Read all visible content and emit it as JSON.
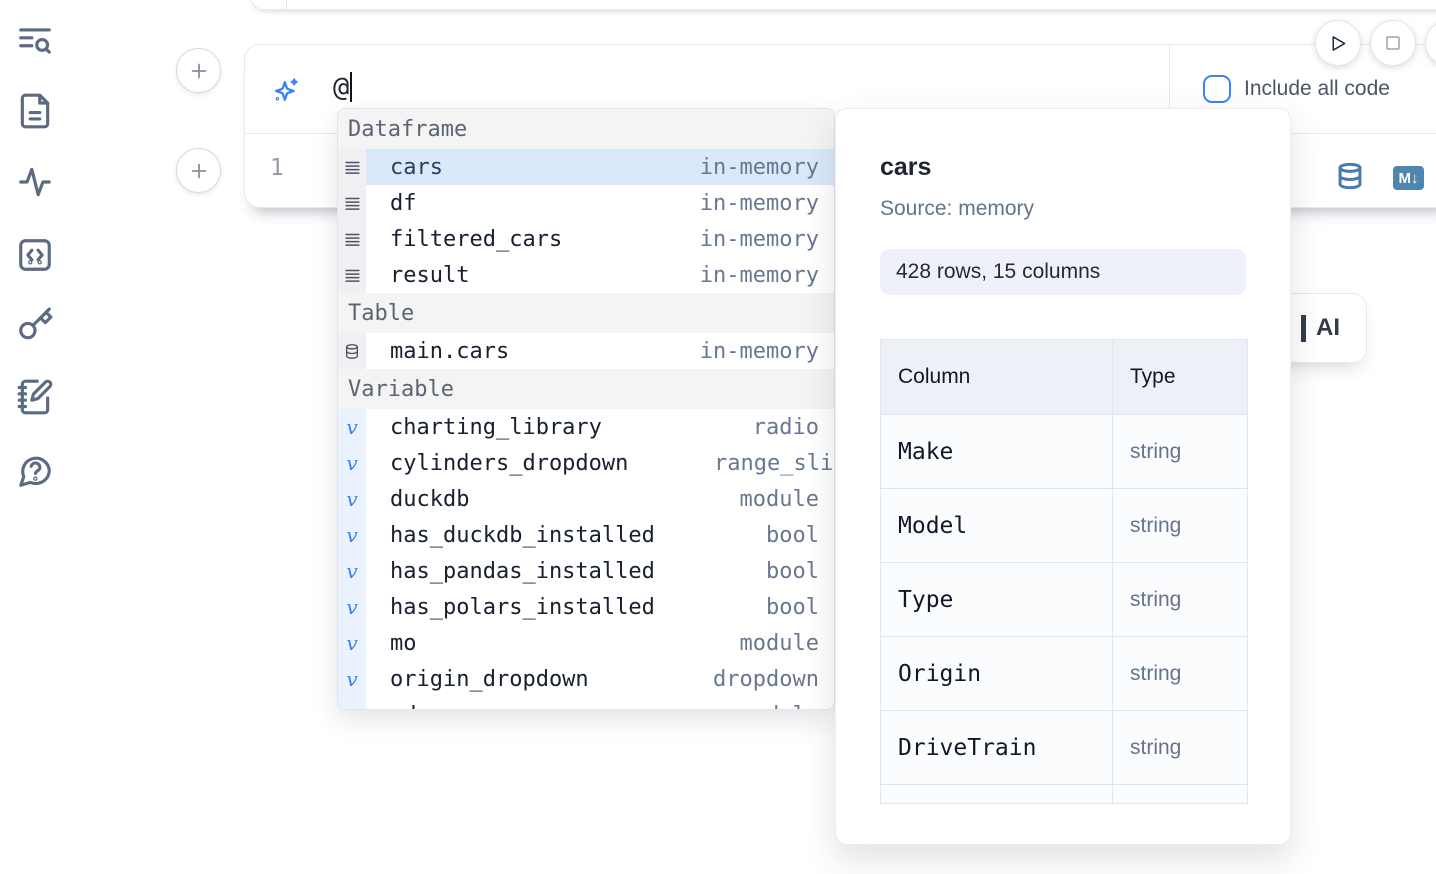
{
  "colors": {
    "accent": "#3b82f6",
    "selected_row_bg": "#d9e9f9",
    "steel_icon": "#4a7ca8"
  },
  "sidebar": {
    "icons": [
      "toc-search-icon",
      "file-icon",
      "activity-icon",
      "code-square-icon",
      "key-icon",
      "scratchpad-icon",
      "help-icon"
    ]
  },
  "toolbar": {
    "include_all_code_label": "Include all code"
  },
  "prompt": {
    "value": "@"
  },
  "cell": {
    "line_number": "1",
    "markdown_badge": "M↓"
  },
  "autocomplete": {
    "sections": [
      {
        "label": "Dataframe",
        "items": [
          {
            "name": "cars",
            "type": "in-memory"
          },
          {
            "name": "df",
            "type": "in-memory"
          },
          {
            "name": "filtered_cars",
            "type": "in-memory"
          },
          {
            "name": "result",
            "type": "in-memory"
          }
        ]
      },
      {
        "label": "Table",
        "items": [
          {
            "name": "main.cars",
            "type": "in-memory"
          }
        ]
      },
      {
        "label": "Variable",
        "items": [
          {
            "name": "charting_library",
            "type": "radio"
          },
          {
            "name": "cylinders_dropdown",
            "type": "range_slider"
          },
          {
            "name": "duckdb",
            "type": "module"
          },
          {
            "name": "has_duckdb_installed",
            "type": "bool"
          },
          {
            "name": "has_pandas_installed",
            "type": "bool"
          },
          {
            "name": "has_polars_installed",
            "type": "bool"
          },
          {
            "name": "mo",
            "type": "module"
          },
          {
            "name": "origin_dropdown",
            "type": "dropdown"
          },
          {
            "name": "pd",
            "type": "module"
          }
        ]
      }
    ]
  },
  "preview_card": {
    "title": "cars",
    "source": "Source: memory",
    "shape_badge": "428 rows, 15 columns",
    "table": {
      "headers": [
        "Column",
        "Type"
      ],
      "rows": [
        [
          "Make",
          "string"
        ],
        [
          "Model",
          "string"
        ],
        [
          "Type",
          "string"
        ],
        [
          "Origin",
          "string"
        ],
        [
          "DriveTrain",
          "string"
        ]
      ]
    }
  },
  "ai_button": {
    "visible_label": "AI"
  }
}
